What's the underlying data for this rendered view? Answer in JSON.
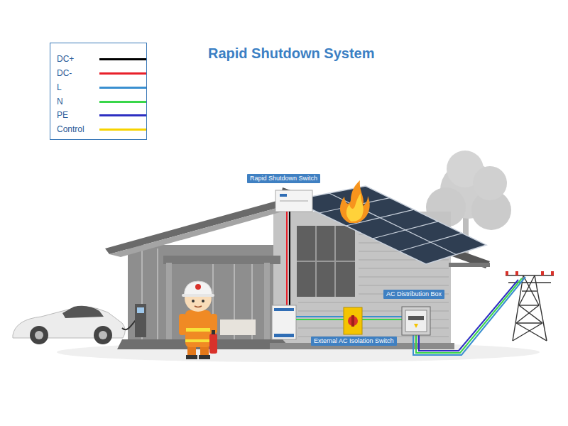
{
  "diagram": {
    "title": "Rapid Shutdown System",
    "nodes": [
      {
        "text": [
          "Rapid Shutdown Switch"
        ]
      },
      {
        "text": [
          "AC Distribution Box"
        ]
      },
      {
        "text": [
          "External AC Isolation Switch"
        ]
      }
    ],
    "legend": [
      {
        "text": "DC+",
        "color": "#000000"
      },
      {
        "text": "DC-",
        "color": "#e8202a"
      },
      {
        "text": "L",
        "color": "#3a8fd0"
      },
      {
        "text": "N",
        "color": "#39d64a"
      },
      {
        "text": "PE",
        "color": "#2d2fc2"
      },
      {
        "text": "Control",
        "color": "#f7d300"
      }
    ]
  }
}
